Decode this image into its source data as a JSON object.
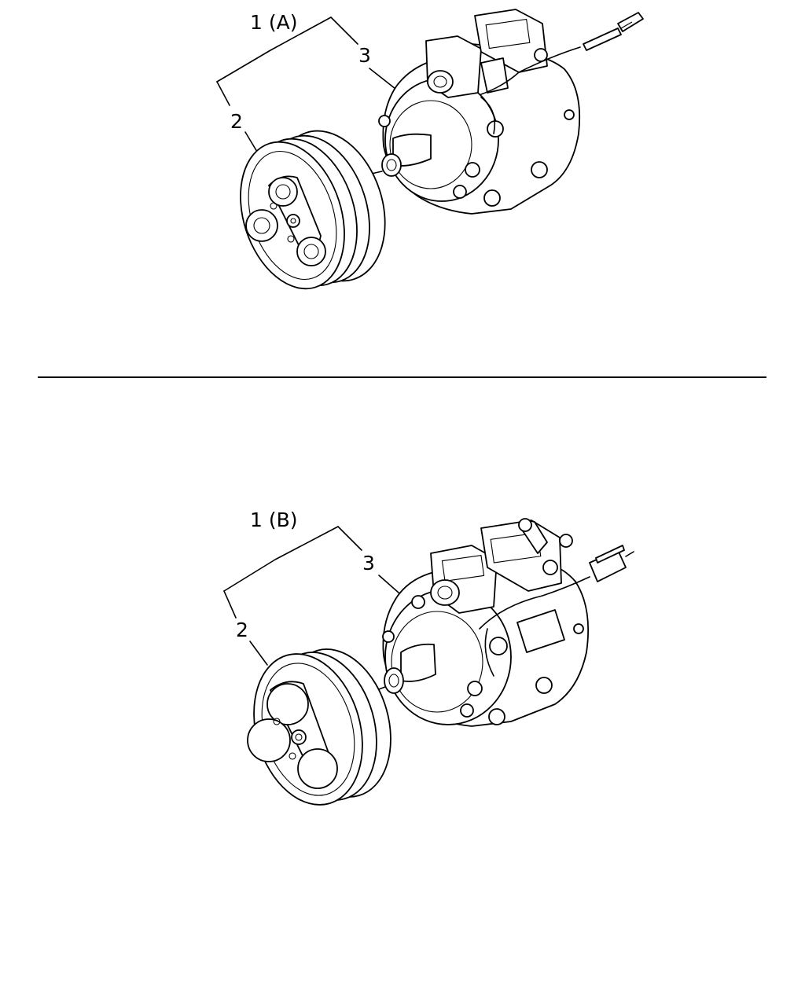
{
  "top_assembly": {
    "assembly_label": "1 (A)",
    "pulley_label": "2",
    "compressor_label": "3"
  },
  "bottom_assembly": {
    "assembly_label": "1 (B)",
    "pulley_label": "2",
    "compressor_label": "3"
  }
}
